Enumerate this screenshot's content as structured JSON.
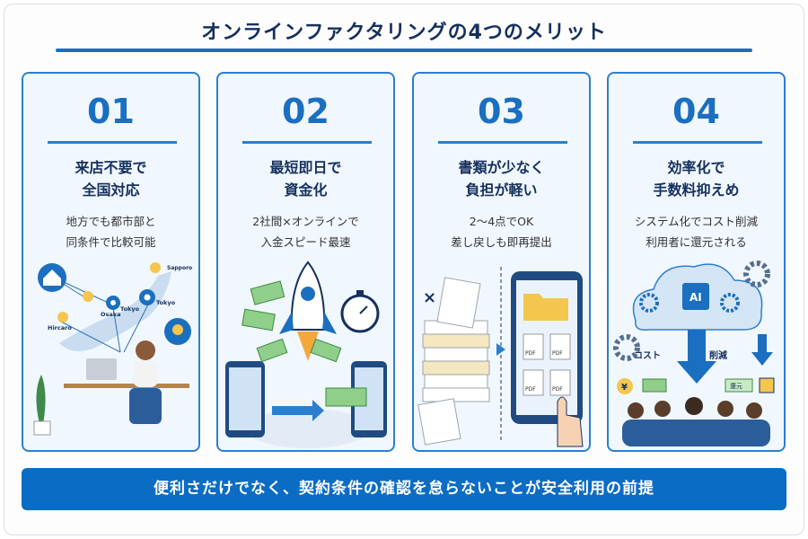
{
  "title": "オンラインファクタリングの4つのメリット",
  "cards": [
    {
      "number": "01",
      "heading": [
        "来店不要で",
        "全国対応"
      ],
      "description": [
        "地方でも都市部と",
        "同条件で比較可能"
      ],
      "labels": {
        "sapporo": "Sapporo",
        "tokyo": "Tokyo",
        "tokyo2": "Tokyo",
        "osaka": "Osaka",
        "hiroshima": "Hircaro"
      }
    },
    {
      "number": "02",
      "heading": [
        "最短即日で",
        "資金化"
      ],
      "description": [
        "2社間×オンラインで",
        "入金スピード最速"
      ]
    },
    {
      "number": "03",
      "heading": [
        "書類が少なく",
        "負担が軽い"
      ],
      "description": [
        "2〜4点でOK",
        "差し戻しも即再提出"
      ],
      "labels": {
        "pdf": "PDF"
      }
    },
    {
      "number": "04",
      "heading": [
        "効率化で",
        "手数料抑えめ"
      ],
      "description": [
        "システム化でコスト削減",
        "利用者に還元される"
      ],
      "labels": {
        "ai": "AI",
        "cost": "コスト",
        "reduction": "削減",
        "refund": "還元",
        "yen": "¥"
      }
    }
  ],
  "banner": "便利さだけでなく、契約条件の確認を怠らないことが安全利用の前提",
  "colors": {
    "accent": "#1a6fc0",
    "navy": "#14305e",
    "card_bg": "#f1f7fe",
    "banner": "#0b6cc4"
  }
}
